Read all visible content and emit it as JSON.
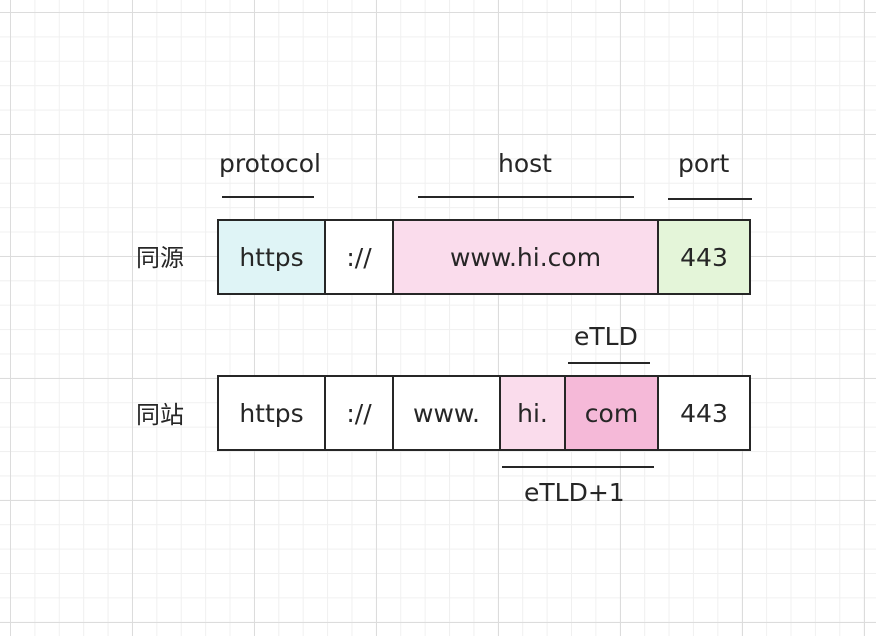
{
  "labels": {
    "protocol": "protocol",
    "host": "host",
    "port": "port",
    "etld": "eTLD",
    "etld_plus_one": "eTLD+1"
  },
  "same_origin": {
    "label": "同源",
    "cells": [
      {
        "text": "https",
        "color": "#dff4f6"
      },
      {
        "text": "://",
        "color": "#ffffff"
      },
      {
        "text": "www.hi.com",
        "color": "#fadcec"
      },
      {
        "text": "443",
        "color": "#e4f5d9"
      }
    ]
  },
  "same_site": {
    "label": "同站",
    "cells": [
      {
        "text": "https",
        "color": "#ffffff"
      },
      {
        "text": "://",
        "color": "#ffffff"
      },
      {
        "text": "www.",
        "color": "#ffffff"
      },
      {
        "text": "hi.",
        "color": "#fadcec"
      },
      {
        "text": "com",
        "color": "#f5b9d8"
      },
      {
        "text": "443",
        "color": "#ffffff"
      }
    ]
  }
}
